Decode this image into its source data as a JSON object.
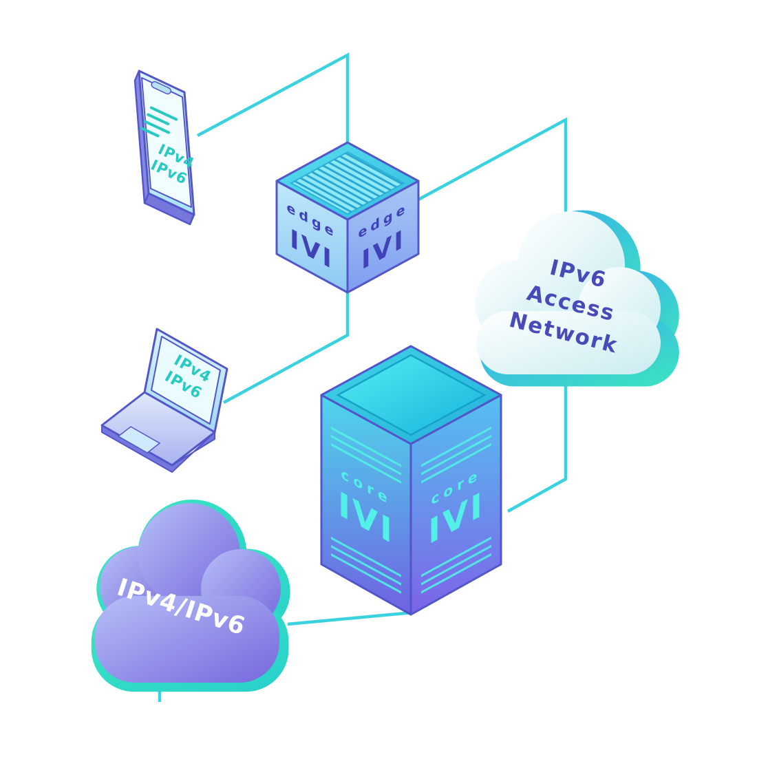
{
  "canvas": {
    "background": "#ffffff"
  },
  "colors": {
    "connector": "#3ad2de",
    "outline": "#5356c8",
    "cube_label": "#4042b8",
    "server_label": "#52f0e6",
    "device_label": "#28c9c0",
    "access_cloud_label": "#474ab8",
    "dual_cloud_label": "#ffffff"
  },
  "nodes": {
    "phone": {
      "line1": "IPv4",
      "line2": "IPv6"
    },
    "laptop": {
      "line1": "IPv4",
      "line2": "IPv6"
    },
    "edge_router": {
      "left_label": "edge",
      "left_logo": "IVI",
      "right_label": "edge",
      "right_logo": "IVI"
    },
    "core_router": {
      "left_label": "core",
      "left_logo": "IVI",
      "right_label": "core",
      "right_logo": "IVI"
    },
    "access_cloud": {
      "line1": "IPv6",
      "line2": "Access",
      "line3": "Network"
    },
    "dual_stack_cloud": {
      "label": "IPv4/IPv6"
    }
  }
}
